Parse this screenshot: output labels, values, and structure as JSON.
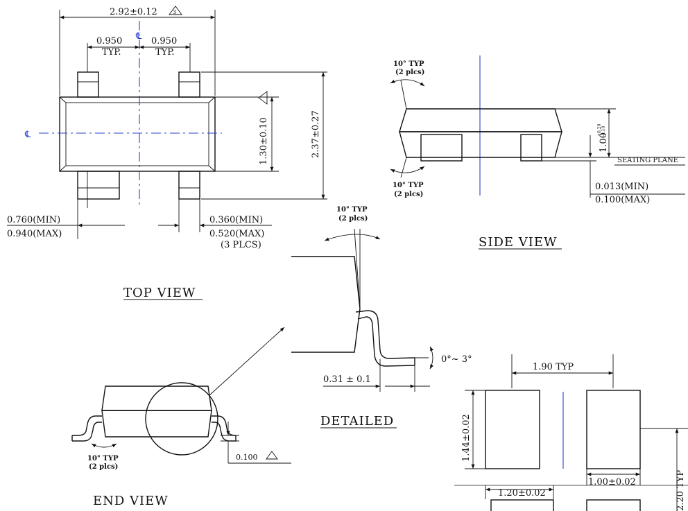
{
  "views": {
    "top": {
      "label": "TOP VIEW",
      "overall_width": "2.92±0.12",
      "pitch_left": "0.950",
      "pitch_right": "0.950",
      "typ": "TYP.",
      "body_height": "1.30±0.10",
      "overall_height": "2.37±0.27",
      "lead_len_min": "0.760(MIN)",
      "lead_len_max": "0.940(MAX)",
      "lead_w_min": "0.360(MIN)",
      "lead_w_max": "0.520(MAX)",
      "plcs": "(3 PLCS)",
      "centerline": "℄"
    },
    "side": {
      "label": "SIDE VIEW",
      "angle_top": "10° TYP",
      "angle_top_plcs": "(2 plcs)",
      "angle_bottom": "10° TYP",
      "angle_bottom_plcs": "(2 plcs)",
      "height": "1.00",
      "height_tol_plus": "+0.20",
      "height_tol_minus": "-0.10",
      "seating_plane": "SEATING PLANE",
      "standoff_min": "0.013(MIN)",
      "standoff_max": "0.100(MAX)"
    },
    "detailed": {
      "label": "DETAILED",
      "angle": "10° TYP",
      "angle_plcs": "(2 plcs)",
      "foot_angle": "0°~ 3°",
      "foot_len": "0.31 ± 0.1"
    },
    "end": {
      "label": "END VIEW",
      "angle": "10° TYP",
      "angle_plcs": "(2 plcs)",
      "lead_thk": "0.100"
    },
    "footprint": {
      "pitch": "1.90 TYP",
      "pad_h": "1.44±0.02",
      "pad_w_right": "1.00±0.02",
      "pad_w_left": "1.20±0.02",
      "span": "2.20 TYP"
    }
  }
}
